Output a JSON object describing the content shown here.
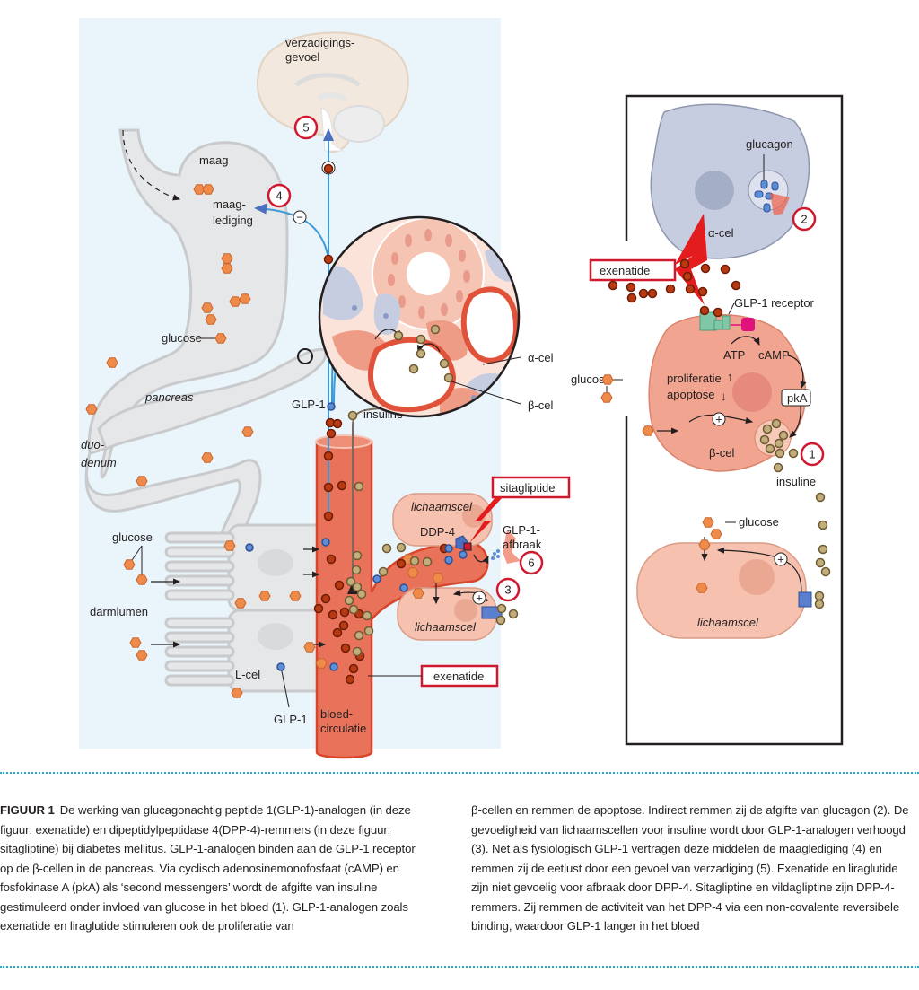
{
  "figure": {
    "labels": {
      "satiety": [
        "verzadigings-",
        "gevoel"
      ],
      "stomach": "maag",
      "gastric_emptying": [
        "maag-",
        "lediging"
      ],
      "glucose_stomach": "glucose",
      "pancreas": "pancreas",
      "duodenum": [
        "duo-",
        "denum"
      ],
      "glp1_vessel": "GLP-1",
      "insulin_vessel": "insuline",
      "alpha_cell_islet": "α-cel",
      "beta_cell_islet": "β-cel",
      "glucose_lumen": "glucose",
      "gut_lumen": "darmlumen",
      "l_cell": "L-cel",
      "glp1_lcell": "GLP-1",
      "blood_circulation": [
        "bloed-",
        "circulatie"
      ],
      "body_cell_top": "lichaamscel",
      "body_cell_bottom": "lichaamscel",
      "dpp4": "DDP-4",
      "glp1_breakdown": [
        "GLP-1-",
        "afbraak"
      ],
      "sitagliptide_box": "sitagliptide",
      "exenatide_box_left": "exenatide"
    },
    "inset": {
      "glucagon": "glucagon",
      "alpha_cell": "α-cel",
      "exenatide_box": "exenatide",
      "glp1_receptor": "GLP-1 receptor",
      "atp": "ATP",
      "camp": "cAMP",
      "pka": "pkA",
      "proliferation": "proliferatie",
      "apoptosis": "apoptose",
      "glucose_left": "glucose",
      "beta_cell": "β-cel",
      "insulin": "insuline",
      "glucose_lower": "glucose",
      "body_cell": "lichaamscel"
    },
    "markers": {
      "m1": "1",
      "m2": "2",
      "m3": "3",
      "m4": "4",
      "m5": "5",
      "m6": "6"
    },
    "signs": {
      "plus": "+",
      "minus": "−"
    },
    "colors": {
      "panel_bg": "#eaf4fb",
      "organ_fill": "#e6e7e8",
      "organ_stroke": "#c9cacc",
      "vessel_fill": "#e8735a",
      "vessel_stroke": "#d9452b",
      "glucose": "#ee8a4a",
      "exenatide": "#b83a12",
      "insulin": "#c2ad7c",
      "glp1": "#5b8fd6",
      "marker_red": "#d0182f",
      "nerve_blue": "#3b9ad9",
      "beta_cell": "#f1a48f",
      "alpha_cell": "#c7cde0",
      "body_cell": "#f6c1ae",
      "receptor_green": "#7fc7a6",
      "pka_magenta": "#e0127e",
      "caption_rule": "#27a9c9"
    }
  },
  "caption": {
    "label": "FIGUUR 1",
    "col1": "De werking van glucagonachtig peptide 1(GLP-1)-analogen (in deze figuur: exenatide) en dipeptidylpeptidase 4(DPP-4)-remmers (in deze figuur: sitagliptine) bij diabetes mellitus. GLP-1-analogen binden aan de GLP-1 receptor op de β-cellen in de pancreas. Via cyclisch adenosinemonofosfaat (cAMP) en fosfokinase A (pkA) als ‘second messengers’ wordt de afgifte van insuline gestimuleerd onder invloed van glucose in het bloed (1). GLP-1-analogen zoals exenatide en liraglutide stimuleren ook de proliferatie van",
    "col2": "β-cellen en remmen de apoptose. Indirect remmen zij de afgifte van glucagon (2). De gevoeligheid van lichaamscellen voor insuline wordt door GLP-1-analogen verhoogd (3). Net als fysiologisch GLP-1 vertragen deze middelen de maaglediging (4) en remmen zij de eetlust door een gevoel van verzadiging (5). Exenatide en liraglutide zijn niet gevoelig voor afbraak door DPP-4. Sitagliptine en vildagliptine zijn DPP-4-remmers. Zij remmen de activiteit van het DPP-4 via een non-covalente reversibele binding, waardoor GLP-1 langer in het bloed"
  }
}
